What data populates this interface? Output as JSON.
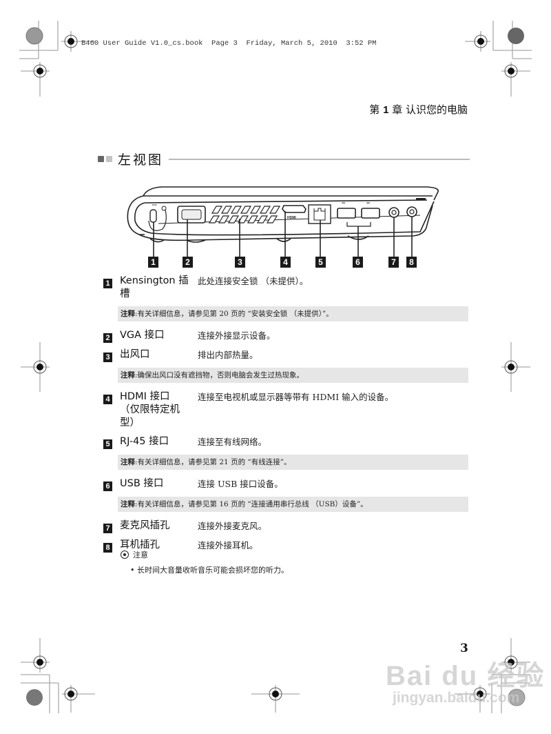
{
  "print_header": "B460 User Guide V1.0_cs.book  Page 3  Friday, March 5, 2010  3:52 PM",
  "chapter_header": {
    "prefix": "第",
    "number": "1",
    "suffix": "章 认识您的电脑"
  },
  "section_title": "左视图",
  "diagram": {
    "description": "Laptop left side view",
    "callouts": [
      "1",
      "2",
      "3",
      "4",
      "5",
      "6",
      "7",
      "8"
    ],
    "hdmi_label": "HDMI"
  },
  "items": [
    {
      "num": "1",
      "label": "Kensington 插槽",
      "desc": "此处连接安全锁 （未提供）。",
      "note": {
        "prefix": "注释",
        "text": ":有关详细信息，请参见第 20 页的 “安装安全锁 （未提供）”。"
      }
    },
    {
      "num": "2",
      "label": "VGA 接口",
      "desc": "连接外接显示设备。"
    },
    {
      "num": "3",
      "label": "出风口",
      "desc": "排出内部热量。",
      "note": {
        "prefix": "注释",
        "text": ":确保出风口没有遮挡物，否则电脑会发生过热现象。"
      }
    },
    {
      "num": "4",
      "label": "HDMI 接口 （仅限特定机型）",
      "desc": "连接至电视机或显示器等带有 HDMI 输入的设备。"
    },
    {
      "num": "5",
      "label": "RJ-45 接口",
      "desc": "连接至有线网络。",
      "note": {
        "prefix": "注释",
        "text": ":有关详细信息，请参见第 21 页的 “有线连接”。"
      }
    },
    {
      "num": "6",
      "label": "USB 接口",
      "desc": "连接 USB 接口设备。",
      "note": {
        "prefix": "注释",
        "text": ":有关详细信息，请参见第 16 页的 “连接通用串行总线 （USB）设备”。"
      }
    },
    {
      "num": "7",
      "label": "麦克风插孔",
      "desc": "连接外接麦克风。"
    },
    {
      "num": "8",
      "label": "耳机插孔",
      "desc": "连接外接耳机。"
    }
  ],
  "caution": {
    "title": "注意",
    "bullets": [
      "长时间大音量收听音乐可能会损坏您的听力。"
    ]
  },
  "page_number": "3",
  "watermark": {
    "logo": "Bai du 经验",
    "url": "jingyan.baidu.com"
  }
}
